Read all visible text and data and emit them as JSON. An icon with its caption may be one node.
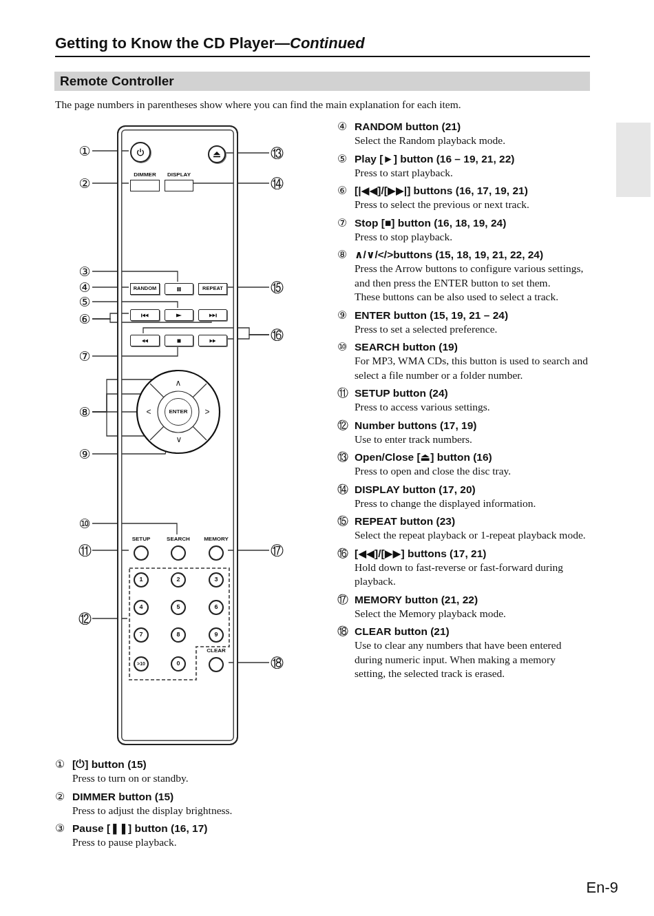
{
  "diagram": {
    "title": "Getting to Know the CD Player—*Continued*",
    "nodes": [
      {
        "text": [],
        "shape": "box"
      },
      {
        "text": [],
        "shape": "circle",
        "in": 0
      },
      {
        "text": [],
        "shape": "circle",
        "in": 0
      },
      {
        "text": [
          "DIMMER"
        ],
        "in": 0
      },
      {
        "text": [
          "DISPLAY"
        ],
        "in": 0
      },
      {
        "text": [
          "RANDOM"
        ],
        "in": 0
      },
      {
        "text": [],
        "shape": "box",
        "in": 0
      },
      {
        "text": [
          "REPEAT"
        ],
        "in": 0
      },
      {
        "text": [],
        "shape": "box",
        "in": 0
      },
      {
        "text": [],
        "shape": "box",
        "in": 0
      },
      {
        "text": [],
        "shape": "box",
        "in": 0
      },
      {
        "text": [],
        "shape": "box",
        "in": 0
      },
      {
        "text": [],
        "shape": "box",
        "in": 0
      },
      {
        "text": [],
        "shape": "box",
        "in": 0
      },
      {
        "text": [
          "∧"
        ],
        "in": 0
      },
      {
        "text": [
          "<"
        ],
        "in": 0
      },
      {
        "text": [
          "ENTER"
        ],
        "in": 0
      },
      {
        "text": [
          ">"
        ],
        "in": 0
      },
      {
        "text": [
          "∨"
        ],
        "in": 0
      },
      {
        "text": [
          "SETUP"
        ],
        "in": 0
      },
      {
        "text": [
          "SEARCH"
        ],
        "in": 0
      },
      {
        "text": [
          "MEMORY"
        ],
        "in": 0
      },
      {
        "text": [],
        "shape": "box",
        "in": 0
      },
      {
        "text": [
          "1"
        ],
        "in": 22
      },
      {
        "text": [
          "2"
        ],
        "in": 22
      },
      {
        "text": [
          "3"
        ],
        "in": 22
      },
      {
        "text": [
          "4"
        ],
        "in": 22
      },
      {
        "text": [
          "5"
        ],
        "in": 22
      },
      {
        "text": [
          "6"
        ],
        "in": 22
      },
      {
        "text": [
          "7"
        ],
        "in": 22
      },
      {
        "text": [
          "8"
        ],
        "in": 22
      },
      {
        "text": [
          "9"
        ],
        "in": 22
      },
      {
        "text": [
          ">10"
        ],
        "in": 22
      },
      {
        "text": [
          "0"
        ],
        "in": 22
      },
      {
        "text": [
          "CLEAR"
        ],
        "in": 0
      },
      {
        "text": [
          "①"
        ]
      },
      {
        "text": [
          "②"
        ]
      },
      {
        "text": [
          "③"
        ]
      },
      {
        "text": [
          "④"
        ]
      },
      {
        "text": [
          "⑤"
        ]
      },
      {
        "text": [
          "⑥"
        ]
      },
      {
        "text": [
          "⑦"
        ]
      },
      {
        "text": [
          "⑧"
        ]
      },
      {
        "text": [
          "⑨"
        ]
      },
      {
        "text": [
          "⑩"
        ]
      },
      {
        "text": [
          "⑪"
        ]
      },
      {
        "text": [
          "⑫"
        ]
      },
      {
        "text": [
          "⑬"
        ]
      },
      {
        "text": [
          "⑭"
        ]
      },
      {
        "text": [
          "⑮"
        ]
      },
      {
        "text": [
          "⑯"
        ]
      },
      {
        "text": [
          "⑰"
        ]
      },
      {
        "text": [
          "⑱"
        ]
      }
    ],
    "edges": [
      {
        "from": 35,
        "to": 1,
        "arrow": "none"
      },
      {
        "from": 36,
        "to": 3,
        "arrow": "none"
      },
      {
        "from": 37,
        "to": 6,
        "arrow": "none"
      },
      {
        "from": 38,
        "to": 5,
        "arrow": "none"
      },
      {
        "from": 39,
        "to": 9,
        "arrow": "none"
      },
      {
        "from": 40,
        "to": 8,
        "arrow": "none"
      },
      {
        "from": 40,
        "to": 10,
        "arrow": "none"
      },
      {
        "from": 41,
        "to": 12,
        "arrow": "none"
      },
      {
        "from": 42,
        "to": 14,
        "arrow": "none"
      },
      {
        "from": 42,
        "to": 15,
        "arrow": "none"
      },
      {
        "from": 42,
        "to": 17,
        "arrow": "none"
      },
      {
        "from": 42,
        "to": 18,
        "arrow": "none"
      },
      {
        "from": 43,
        "to": 16,
        "arrow": "none"
      },
      {
        "from": 44,
        "to": 20,
        "arrow": "none"
      },
      {
        "from": 45,
        "to": 19,
        "arrow": "none"
      },
      {
        "from": 46,
        "to": 22,
        "arrow": "none"
      },
      {
        "from": 47,
        "to": 2,
        "arrow": "none"
      },
      {
        "from": 48,
        "to": 4,
        "arrow": "none"
      },
      {
        "from": 49,
        "to": 7,
        "arrow": "none"
      },
      {
        "from": 50,
        "to": 11,
        "arrow": "none"
      },
      {
        "from": 50,
        "to": 13,
        "arrow": "none"
      },
      {
        "from": 51,
        "to": 21,
        "arrow": "none"
      },
      {
        "from": 52,
        "to": 34,
        "arrow": "none"
      }
    ],
    "labels": [
      "Remote Controller",
      "The page numbers in parentheses show where you can find the main explanation for each item.",
      "①",
      "[⏻] button (15)",
      "Press to turn on or standby.",
      "②",
      "DIMMER button (15)",
      "Press to adjust the display brightness.",
      "③",
      "Pause [❚❚] button (16, 17)",
      "Press to pause playback.",
      "④",
      "RANDOM button (21)",
      "Select the Random playback mode.",
      "⑤",
      "Play [►] button (16 – 19, 21, 22)",
      "Press to start playback.",
      "⑥",
      "[|◀◀]/[▶▶|] buttons (16, 17, 19, 21)",
      "Press to select the previous or next track.",
      "⑦",
      "Stop [■] button (16, 18, 19, 24)",
      "Press to stop playback.",
      "⑧",
      "∧/∨/</>buttons (15, 18, 19, 21, 22, 24)",
      "Press the Arrow buttons to configure various settings, and then press the ENTER button to set them.",
      "These buttons can be also used to select a track.",
      "⑨",
      "ENTER button (15, 19, 21 – 24)",
      "Press to set a selected preference.",
      "⑩",
      "SEARCH button (19)",
      "For MP3, WMA CDs, this button is used to search and select a file number or a folder number.",
      "⑪",
      "SETUP button (24)",
      "Press to access various settings.",
      "⑫",
      "Number buttons (17, 19)",
      "Use to enter track numbers.",
      "⑬",
      "Open/Close [⏏] button (16)",
      "Press to open and close the disc tray.",
      "⑭",
      "DISPLAY button (17, 20)",
      "Press to change the displayed information.",
      "⑮",
      "REPEAT button (23)",
      "Select the repeat playback or 1-repeat playback mode.",
      "⑯",
      "[◀◀]/[▶▶] buttons (17, 21)",
      "Hold down to fast-reverse or fast-forward during playback.",
      "⑰",
      "MEMORY button (21, 22)",
      "Select the Memory playback mode.",
      "⑱",
      "CLEAR button (21)",
      "Use to clear any numbers that have been entered during numeric input. When making a memory setting, the selected track is erased.",
      "En-9"
    ]
  }
}
